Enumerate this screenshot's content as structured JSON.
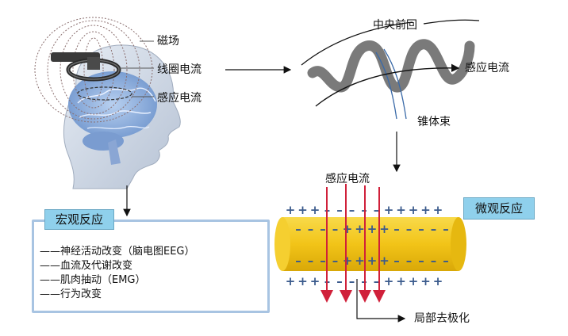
{
  "labels": {
    "magnetic_field": "磁场",
    "coil_current": "线圈电流",
    "induced_current_head": "感应电流",
    "precentral_gyrus": "中央前回",
    "induced_current_gyrus": "感应电流",
    "pyramidal_tract": "锥体束",
    "induced_current_axon": "感应电流",
    "local_depolarization": "局部去极化"
  },
  "macro": {
    "title": "宏观反应",
    "items": [
      "——神经活动改变（脑电图EEG）",
      "——血流及代谢改变",
      "——肌肉抽动（EMG）",
      "——行为改变"
    ]
  },
  "micro": {
    "title": "微观反应"
  },
  "colors": {
    "axon": "#f2c418",
    "arrow_red": "#d0203a",
    "charge_blue": "#3a5a8c",
    "title_bg": "#8fd0ec",
    "box_border": "#a8c4e2",
    "gyrus": "#7a7a7a",
    "tract": "#3a6aa8"
  }
}
